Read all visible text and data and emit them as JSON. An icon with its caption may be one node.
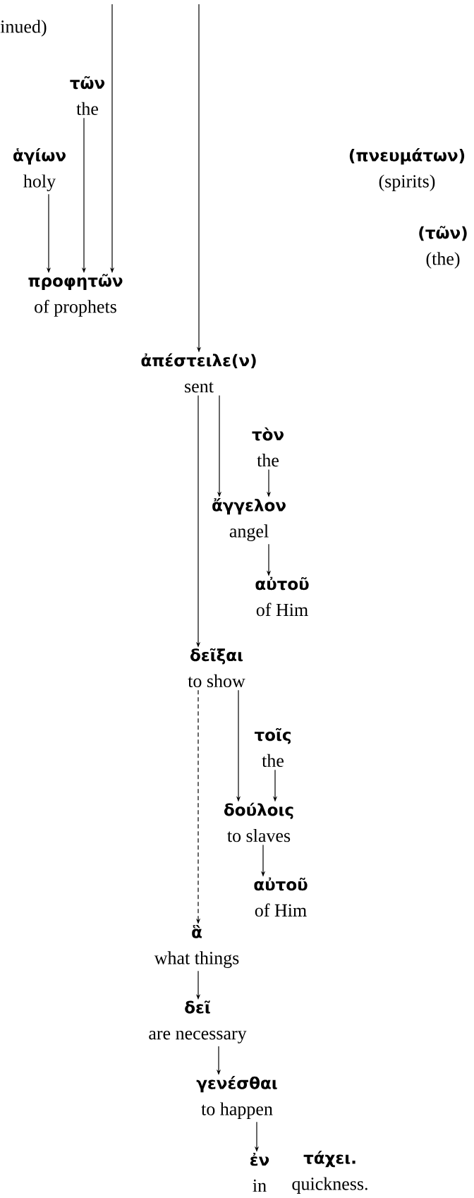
{
  "diagram": {
    "nodes": [
      {
        "text": [
          "τῶν",
          "the"
        ]
      },
      {
        "text": [
          "ἁγίων",
          "holy"
        ]
      },
      {
        "text": [
          "(πνευμάτων)",
          "(spirits)"
        ]
      },
      {
        "text": [
          "(τῶν)",
          "(the)"
        ]
      },
      {
        "text": [
          "προφητῶν",
          "of prophets"
        ]
      },
      {
        "text": [
          "ἀπέστειλε(ν)",
          "sent"
        ]
      },
      {
        "text": [
          "τὸν",
          "the"
        ]
      },
      {
        "text": [
          "ἄγγελον",
          "angel"
        ]
      },
      {
        "text": [
          "αὐτοῦ",
          "of Him"
        ]
      },
      {
        "text": [
          "δεῖξαι",
          "to show"
        ]
      },
      {
        "text": [
          "τοῖς",
          "the"
        ]
      },
      {
        "text": [
          "δούλοις",
          "to slaves"
        ]
      },
      {
        "text": [
          "αὐτοῦ",
          "of Him"
        ]
      },
      {
        "text": [
          "ἃ",
          "what things"
        ]
      },
      {
        "text": [
          "δεῖ",
          "are necessary"
        ]
      },
      {
        "text": [
          "γενέσθαι",
          "to happen"
        ]
      },
      {
        "text": [
          "ἐν",
          "in"
        ]
      },
      {
        "text": [
          "τάχει.",
          "quickness."
        ]
      }
    ],
    "edges": [
      {
        "from": null,
        "to": 4,
        "arrow": "to"
      },
      {
        "from": null,
        "to": 5,
        "arrow": "to"
      },
      {
        "from": 0,
        "to": 4,
        "arrow": "to"
      },
      {
        "from": 1,
        "to": 4,
        "arrow": "to"
      },
      {
        "from": 5,
        "to": 7,
        "arrow": "to"
      },
      {
        "from": 5,
        "to": 9,
        "arrow": "to"
      },
      {
        "from": 6,
        "to": 7,
        "arrow": "to"
      },
      {
        "from": 7,
        "to": 8,
        "arrow": "to"
      },
      {
        "from": 9,
        "to": 13,
        "arrow": "to",
        "style": "dashed"
      },
      {
        "from": 9,
        "to": 11,
        "arrow": "to"
      },
      {
        "from": 10,
        "to": 11,
        "arrow": "to"
      },
      {
        "from": 11,
        "to": 12,
        "arrow": "to"
      },
      {
        "from": 13,
        "to": 14,
        "arrow": "to"
      },
      {
        "from": 14,
        "to": 15,
        "arrow": "to"
      },
      {
        "from": 15,
        "to": 16,
        "arrow": "to"
      }
    ],
    "labels": [
      "inued)"
    ]
  }
}
